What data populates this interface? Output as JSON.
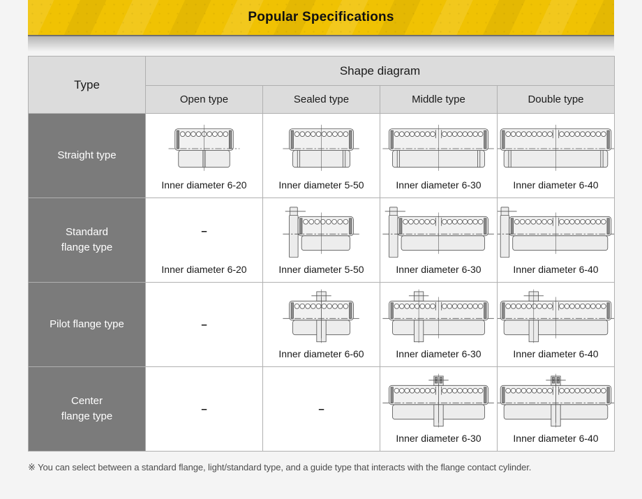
{
  "banner": {
    "title": "Popular Specifications"
  },
  "colors": {
    "banner_bg": "#f0c203",
    "header_bg": "#dcdcdc",
    "row_header_bg": "#7b7b7b",
    "cell_bg": "#ffffff",
    "border": "#b0b0b0",
    "diagram_stroke": "#555555",
    "note_text": "#4d4d4d"
  },
  "table": {
    "type_label": "Type",
    "group_label": "Shape diagram",
    "columns": [
      "Open type",
      "Sealed type",
      "Middle type",
      "Double type"
    ],
    "dash_char": "–",
    "rows": [
      {
        "label_lines": [
          "Straight type"
        ],
        "cells": [
          {
            "diagram": "straight-open",
            "caption": "Inner diameter 6-20"
          },
          {
            "diagram": "straight-sealed",
            "caption": "Inner diameter 5-50"
          },
          {
            "diagram": "straight-middle",
            "caption": "Inner diameter 6-30"
          },
          {
            "diagram": "straight-double",
            "caption": "Inner diameter 6-40"
          }
        ]
      },
      {
        "label_lines": [
          "Standard",
          "flange type"
        ],
        "cells": [
          {
            "dash": true,
            "caption": "Inner diameter 6-20"
          },
          {
            "diagram": "flange-sealed",
            "caption": "Inner diameter 5-50"
          },
          {
            "diagram": "flange-middle",
            "caption": "Inner diameter 6-30"
          },
          {
            "diagram": "flange-double",
            "caption": "Inner diameter 6-40"
          }
        ]
      },
      {
        "label_lines": [
          "Pilot flange type"
        ],
        "cells": [
          {
            "dash": true
          },
          {
            "diagram": "pilot-sealed",
            "caption": "Inner diameter 6-60"
          },
          {
            "diagram": "pilot-middle",
            "caption": "Inner diameter 6-30"
          },
          {
            "diagram": "pilot-double",
            "caption": "Inner diameter 6-40"
          }
        ]
      },
      {
        "label_lines": [
          "Center",
          "flange type"
        ],
        "cells": [
          {
            "dash": true
          },
          {
            "dash": true
          },
          {
            "diagram": "center-middle",
            "caption": "Inner diameter 6-30"
          },
          {
            "diagram": "center-double",
            "caption": "Inner diameter 6-40"
          }
        ]
      }
    ]
  },
  "note": {
    "text": "※ You can select between a standard flange, light/standard type, and a guide type that interacts with the flange contact cylinder."
  }
}
